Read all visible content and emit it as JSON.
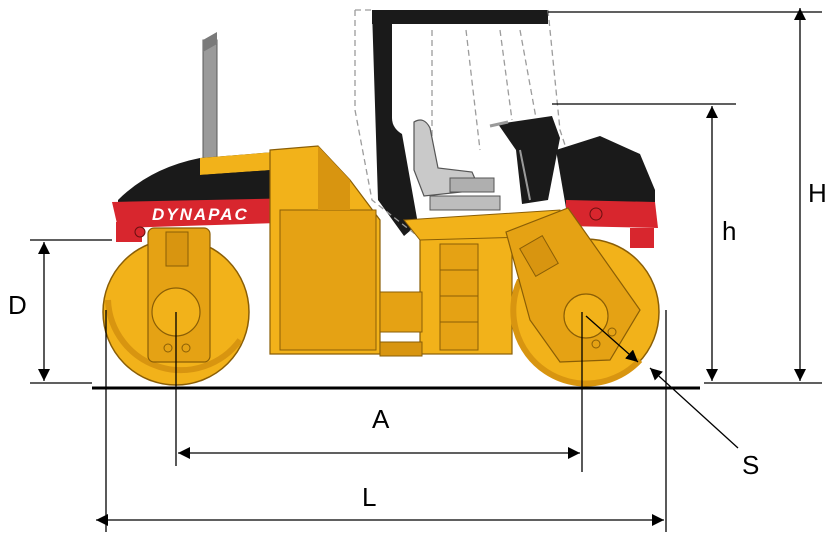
{
  "machine": {
    "brand_text": "DYNAPAC",
    "colors": {
      "body_yellow": "#F2B21A",
      "body_shade": "#D89510",
      "body_dark_shade": "#B8780A",
      "cab_black": "#1A1A1A",
      "accent_red": "#D8262E",
      "grey": "#9A9A9A",
      "ghost_line": "#9C9C9C"
    }
  },
  "dimensions": {
    "D": "D",
    "A": "A",
    "L": "L",
    "h": "h",
    "H": "H",
    "S": "S"
  }
}
